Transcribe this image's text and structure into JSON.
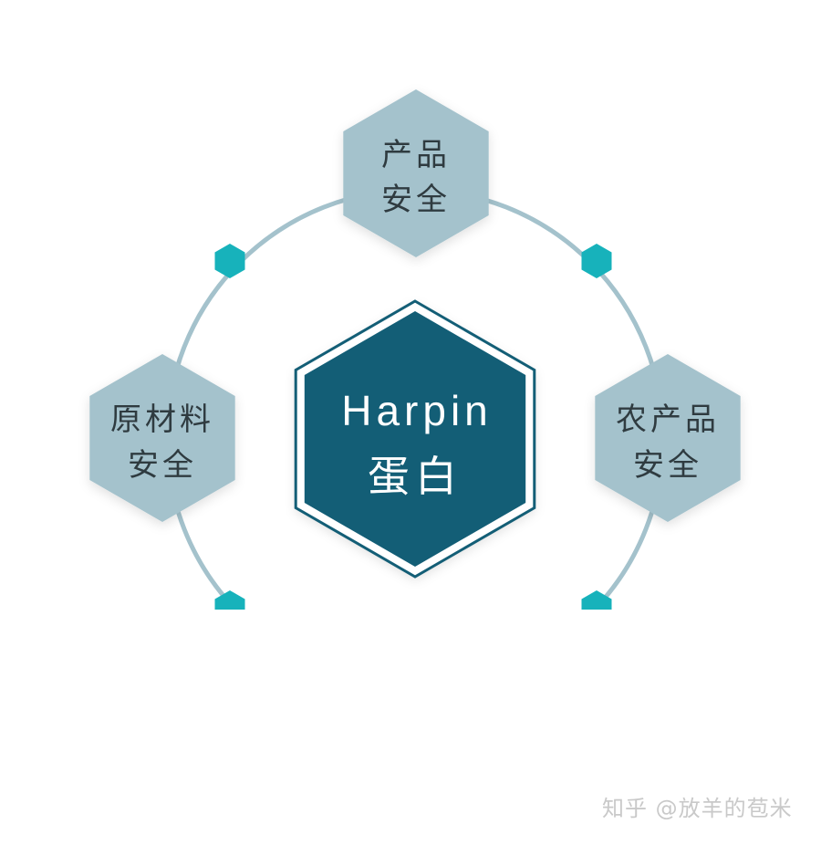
{
  "center": {
    "line1": "Harpin",
    "line2": "蛋白"
  },
  "nodes": {
    "top": {
      "line1": "产品",
      "line2": "安全"
    },
    "left": {
      "line1": "原材料",
      "line2": "安全"
    },
    "right": {
      "line1": "农产品",
      "line2": "安全"
    }
  },
  "watermark": "知乎 @放羊的苞米",
  "colors": {
    "center_fill": "#135e76",
    "center_border": "#135e76",
    "node_fill": "#a4c2cc",
    "node_text": "#2f3b40",
    "arc": "#a4c2cc",
    "connector": "#17b2bb"
  }
}
